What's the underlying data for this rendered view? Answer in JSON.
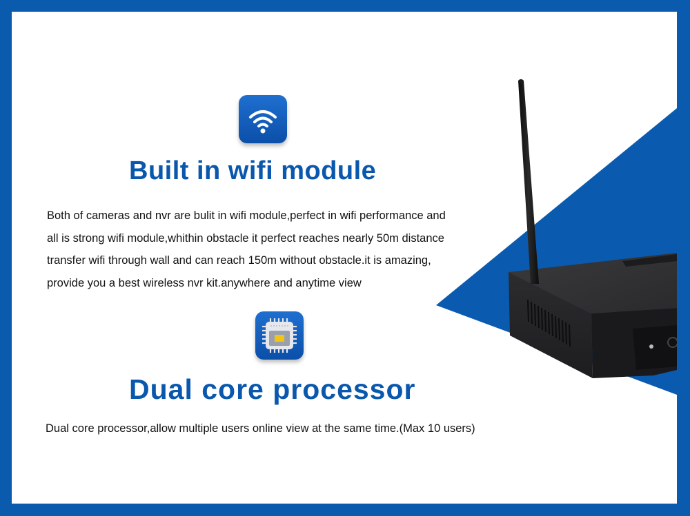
{
  "colors": {
    "border": "#0a5aad",
    "accent_blue": "#0a58ad",
    "triangle": "#0a5bb0",
    "background": "#ffffff",
    "text": "#111111"
  },
  "features": [
    {
      "icon": "wifi-icon",
      "title": "Built in wifi module",
      "description_lines": [
        "Both of cameras and nvr are bulit in wifi module,perfect in wifi performance and",
        "all is strong wifi module,whithin obstacle it perfect reaches nearly 50m distance",
        "transfer wifi through wall and can reach 150m without obstacle.it is  amazing,",
        "provide you a best wireless nvr kit.anywhere and anytime view"
      ]
    },
    {
      "icon": "cpu-chip-icon",
      "title": "Dual core processor",
      "description_lines": [
        "Dual core processor,allow multiple users online view at the same time.(Max 10 users)"
      ]
    }
  ],
  "product_image": {
    "subject": "wireless-nvr-with-antenna"
  }
}
